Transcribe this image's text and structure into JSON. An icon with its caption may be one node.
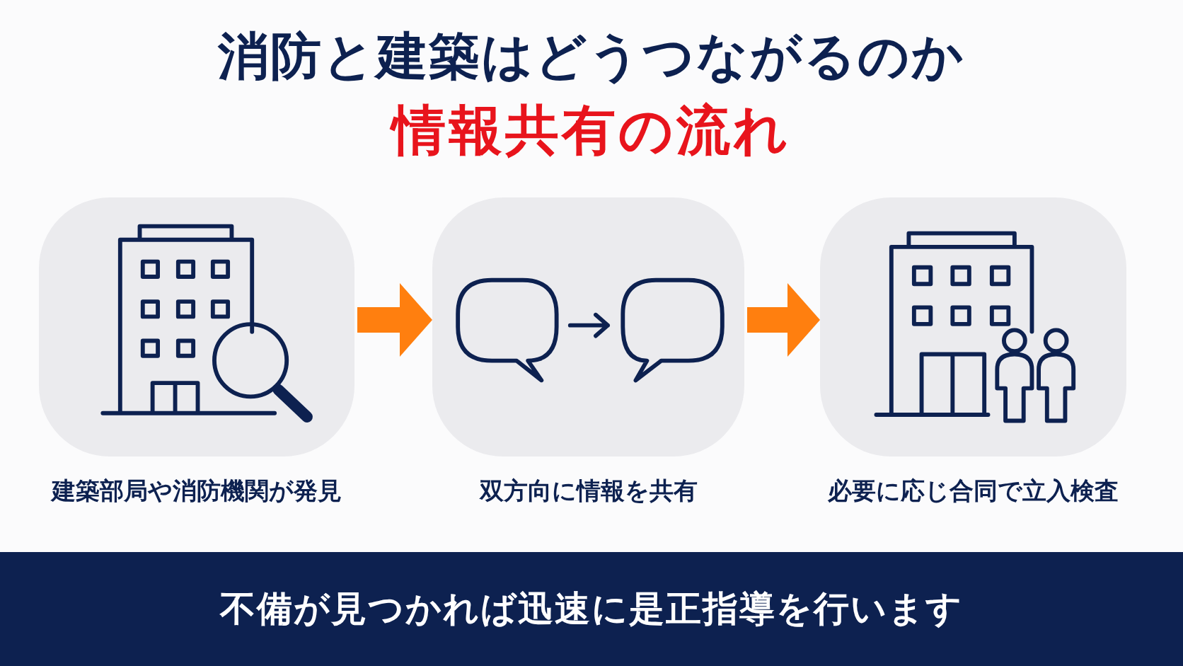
{
  "diagram": {
    "title": "消防と建築はどうつながるのか",
    "nodes": [
      {
        "text": [
          "建築部局や消防機関が発見"
        ]
      },
      {
        "text": [
          "双方向に情報を共有"
        ]
      },
      {
        "text": [
          "必要に応じ合同で立入検査"
        ]
      },
      {
        "text": [
          "不備が見つかれば迅速に是正指導を行います"
        ]
      }
    ],
    "edges": [
      {
        "from": 0,
        "to": 1,
        "arrow": "to"
      },
      {
        "from": 1,
        "to": 2,
        "arrow": "to"
      }
    ],
    "labels": [
      "情報共有の流れ"
    ]
  }
}
